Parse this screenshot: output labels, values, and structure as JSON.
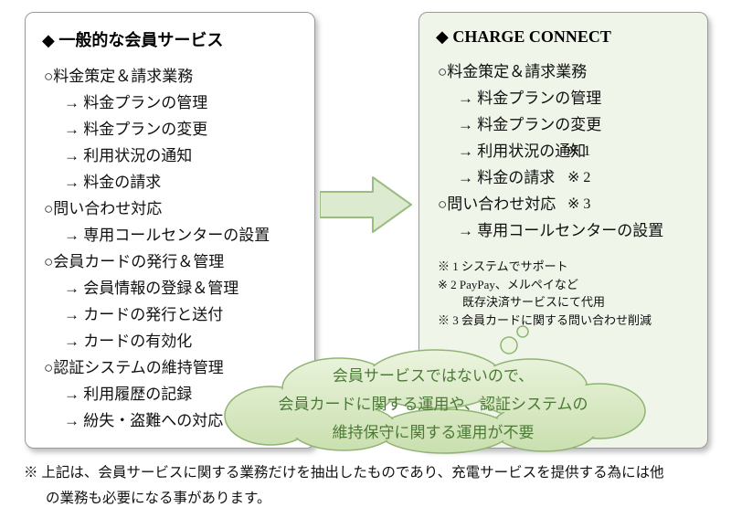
{
  "left_panel": {
    "title": "◆ 一般的な会員サービス",
    "items": [
      "○料金策定＆請求業務",
      "→ 料金プランの管理",
      "→ 料金プランの変更",
      "→ 利用状況の通知",
      "→ 料金の請求",
      "○問い合わせ対応",
      "→ 専用コールセンターの設置",
      "○会員カードの発行＆管理",
      "→ 会員情報の登録＆管理",
      "→ カードの発行と送付",
      "→ カードの有効化",
      "○認証システムの維持管理",
      "→ 利用履歴の記録",
      "→ 紛失・盗難への対応"
    ]
  },
  "right_panel": {
    "title": "◆ CHARGE CONNECT",
    "items": [
      {
        "label": "○料金策定＆請求業務",
        "note": ""
      },
      {
        "label": "→ 料金プランの管理",
        "note": ""
      },
      {
        "label": "→ 料金プランの変更",
        "note": ""
      },
      {
        "label": "→ 利用状況の通知",
        "note": "※ 1"
      },
      {
        "label": "→ 料金の請求",
        "note": "※ 2"
      },
      {
        "label": "○問い合わせ対応",
        "note": "※ 3"
      },
      {
        "label": "→ 専用コールセンターの設置",
        "note": ""
      }
    ],
    "footnotes": [
      "※ 1 システムでサポート",
      "※ 2 PayPay、メルペイなど",
      "既存決済サービスにて代用",
      "※ 3 会員カードに関する問い合わせ削減"
    ]
  },
  "cloud": {
    "lines": [
      "会員サービスではないので、",
      "会員カードに関する運用や、認証システムの",
      "維持保守に関する運用が不要"
    ]
  },
  "footer": {
    "lines": [
      "※ 上記は、会員サービスに関する業務だけを抽出したものであり、充電サービスを提供する為には他",
      "の業務も必要になる事があります。"
    ]
  },
  "colors": {
    "panel_border": "#9a9a9a",
    "right_panel_bg": "#eff5e9",
    "arrow_fill": "#dcead0",
    "arrow_stroke": "#9bbd83",
    "cloud_fill_top": "#ebf4de",
    "cloud_fill_bottom": "#c9dfae",
    "cloud_stroke": "#90b474",
    "cloud_text": "#4c7a36"
  }
}
